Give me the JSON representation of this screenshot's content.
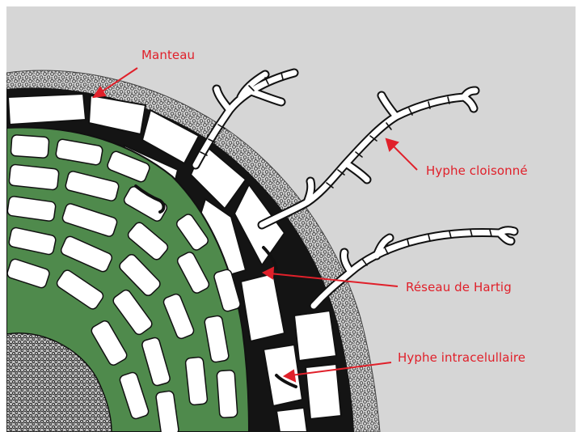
{
  "colors": {
    "background": "#d6d6d6",
    "annotation": "#e0202a",
    "cortex_fill": "#4f8a4c",
    "wall_ink": "#111111",
    "cell_fill": "#ffffff"
  },
  "labels": {
    "mantle": "Manteau",
    "septate_hypha": "Hyphe cloisonné",
    "hartig_net": "Réseau de Hartig",
    "intracellular_hypha": "Hyphe intracelullaire"
  }
}
